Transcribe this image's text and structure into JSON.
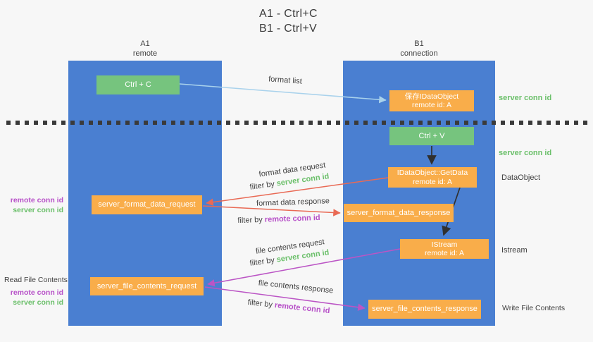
{
  "title": {
    "line1": "A1 - Ctrl+C",
    "line2": "B1 - Ctrl+V"
  },
  "lanes": {
    "a1": {
      "title": "A1",
      "subtitle": "remote"
    },
    "b1": {
      "title": "B1",
      "subtitle": "connection"
    }
  },
  "nodes": {
    "ctrl_c": {
      "label": "Ctrl + C"
    },
    "ctrl_v": {
      "label": "Ctrl + V"
    },
    "save_idataobject": {
      "line1": "保存IDataObject",
      "line2": "remote id: A"
    },
    "idataobject_getdata": {
      "line1": "IDataObject::GetData",
      "line2": "remote id: A"
    },
    "istream": {
      "line1": "IStream",
      "line2": "remote id: A"
    },
    "server_format_data_request": {
      "label": "server_format_data_request"
    },
    "server_format_data_response": {
      "label": "server_format_data_response"
    },
    "server_file_contents_request": {
      "label": "server_file_contents_request"
    },
    "server_file_contents_response": {
      "label": "server_file_contents_response"
    }
  },
  "arrow_labels": {
    "format_list": "format list",
    "format_data_request": "format data request",
    "format_data_response": "format data response",
    "file_contents_request": "file contents request",
    "file_contents_response": "file contents response",
    "filter_by": "filter by",
    "server_conn_id": "server conn id",
    "remote_conn_id": "remote conn id"
  },
  "side_labels": {
    "server_conn_id_top": "server conn id",
    "server_conn_id_mid": "server conn id",
    "dataobject": "DataObject",
    "istream": "Istream",
    "read_file_contents": "Read File Contents",
    "write_file_contents": "Write File Contents",
    "remote_conn_id_1": "remote conn id",
    "server_conn_id_1": "server conn id",
    "remote_conn_id_2": "remote conn id",
    "server_conn_id_2": "server conn id"
  },
  "colors": {
    "lane_blue": "#4a7fd1",
    "node_green": "#76c47e",
    "node_orange": "#f9ad4a",
    "arrow_blue": "#a9d2ec",
    "arrow_red": "#e96a55",
    "arrow_magenta": "#bb55c5",
    "arrow_black": "#303030",
    "text_green": "#6abf69",
    "text_purple": "#b750c8",
    "text_dark": "#3f3f3f"
  }
}
